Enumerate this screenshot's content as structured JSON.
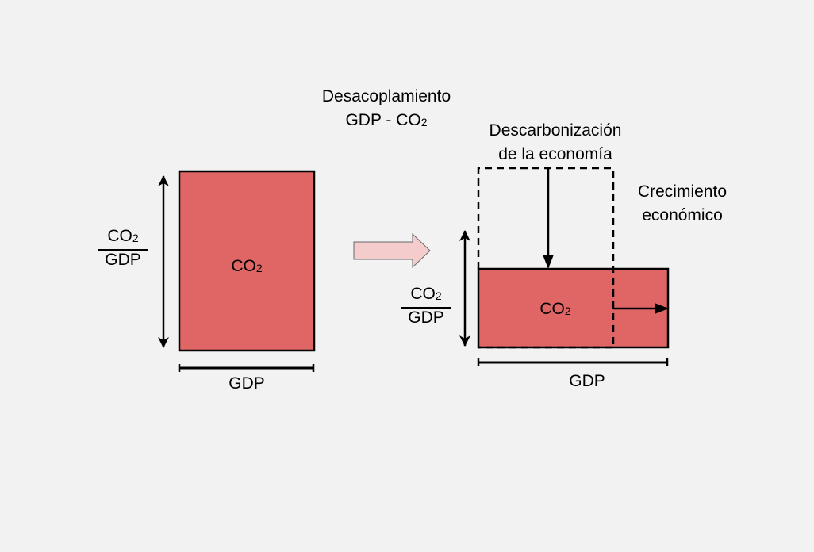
{
  "colors": {
    "box_fill": "#e06666",
    "arrow_fill": "#f4cccc",
    "background": "#f2f2f2",
    "stroke": "#000000"
  },
  "title": {
    "line1": "Desacoplamiento",
    "line2_prefix": "GDP - CO",
    "line2_sub": "2"
  },
  "left": {
    "box_label": "CO",
    "box_label_sub": "2",
    "ratio_num": "CO",
    "ratio_num_sub": "2",
    "ratio_den": "GDP",
    "width_label": "GDP"
  },
  "right": {
    "box_label": "CO",
    "box_label_sub": "2",
    "ratio_num": "CO",
    "ratio_num_sub": "2",
    "ratio_den": "GDP",
    "width_label": "GDP",
    "decarbon_line1": "Descarbonización",
    "decarbon_line2": "de la economía",
    "growth_line1": "Crecimiento",
    "growth_line2": "económico"
  }
}
